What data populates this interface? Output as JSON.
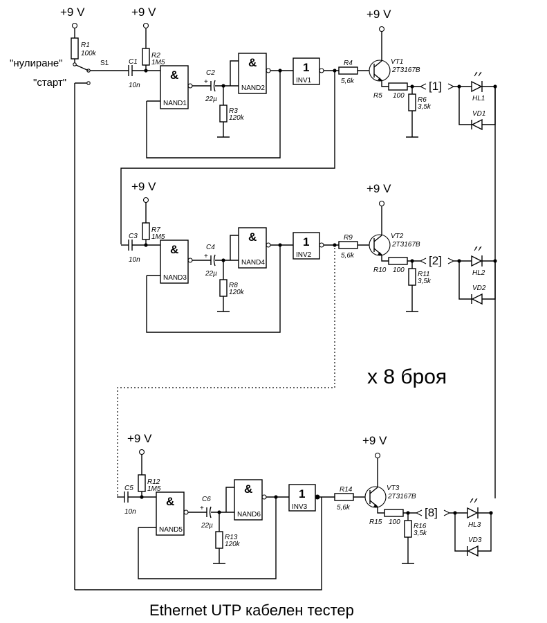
{
  "power": {
    "label": "+9 V"
  },
  "switch": {
    "label": "S1",
    "pos_reset": "\"нулиране\"",
    "pos_start": "\"старт\""
  },
  "r1": {
    "name": "R1",
    "value": "100k"
  },
  "counter": "x 8 броя",
  "title": "Ethernet UTP кабелен тестер",
  "stages": [
    {
      "c_in": {
        "name": "C1",
        "value": "10n"
      },
      "r_pull": {
        "name": "R2",
        "value": "1M5"
      },
      "nand_a": {
        "symbol": "&",
        "name": "NAND1"
      },
      "c_mid": {
        "name": "C2",
        "value": "22µ",
        "polarity": "+"
      },
      "r_gnd": {
        "name": "R3",
        "value": "120k"
      },
      "nand_b": {
        "symbol": "&",
        "name": "NAND2"
      },
      "inv": {
        "symbol": "1",
        "name": "INV1"
      },
      "r_base": {
        "name": "R4",
        "value": "5,6k"
      },
      "vt": {
        "name": "VT1",
        "type": "2T3167B"
      },
      "r_emit": {
        "name": "R5",
        "value": "100"
      },
      "r_out": {
        "name": "R6",
        "value": "3,5k"
      },
      "port": "[1]",
      "hl": {
        "name": "HL1"
      },
      "vd": {
        "name": "VD1"
      }
    },
    {
      "c_in": {
        "name": "C3",
        "value": "10n"
      },
      "r_pull": {
        "name": "R7",
        "value": "1M5"
      },
      "nand_a": {
        "symbol": "&",
        "name": "NAND3"
      },
      "c_mid": {
        "name": "C4",
        "value": "22µ",
        "polarity": "+"
      },
      "r_gnd": {
        "name": "R8",
        "value": "120k"
      },
      "nand_b": {
        "symbol": "&",
        "name": "NAND4"
      },
      "inv": {
        "symbol": "1",
        "name": "INV2"
      },
      "r_base": {
        "name": "R9",
        "value": "5,6k"
      },
      "vt": {
        "name": "VT2",
        "type": "2T3167B"
      },
      "r_emit": {
        "name": "R10",
        "value": "100"
      },
      "r_out": {
        "name": "R11",
        "value": "3,5k"
      },
      "port": "[2]",
      "hl": {
        "name": "HL2"
      },
      "vd": {
        "name": "VD2"
      }
    },
    {
      "c_in": {
        "name": "C5",
        "value": "10n"
      },
      "r_pull": {
        "name": "R12",
        "value": "1M5"
      },
      "nand_a": {
        "symbol": "&",
        "name": "NAND5"
      },
      "c_mid": {
        "name": "C6",
        "value": "22µ",
        "polarity": "+"
      },
      "r_gnd": {
        "name": "R13",
        "value": "120k"
      },
      "nand_b": {
        "symbol": "&",
        "name": "NAND6"
      },
      "inv": {
        "symbol": "1",
        "name": "INV3"
      },
      "r_base": {
        "name": "R14",
        "value": "5,6k"
      },
      "vt": {
        "name": "VT3",
        "type": "2T3167B"
      },
      "r_emit": {
        "name": "R15",
        "value": "100"
      },
      "r_out": {
        "name": "R16",
        "value": "3,5k"
      },
      "port": "[8]",
      "hl": {
        "name": "HL3"
      },
      "vd": {
        "name": "VD3"
      }
    }
  ]
}
